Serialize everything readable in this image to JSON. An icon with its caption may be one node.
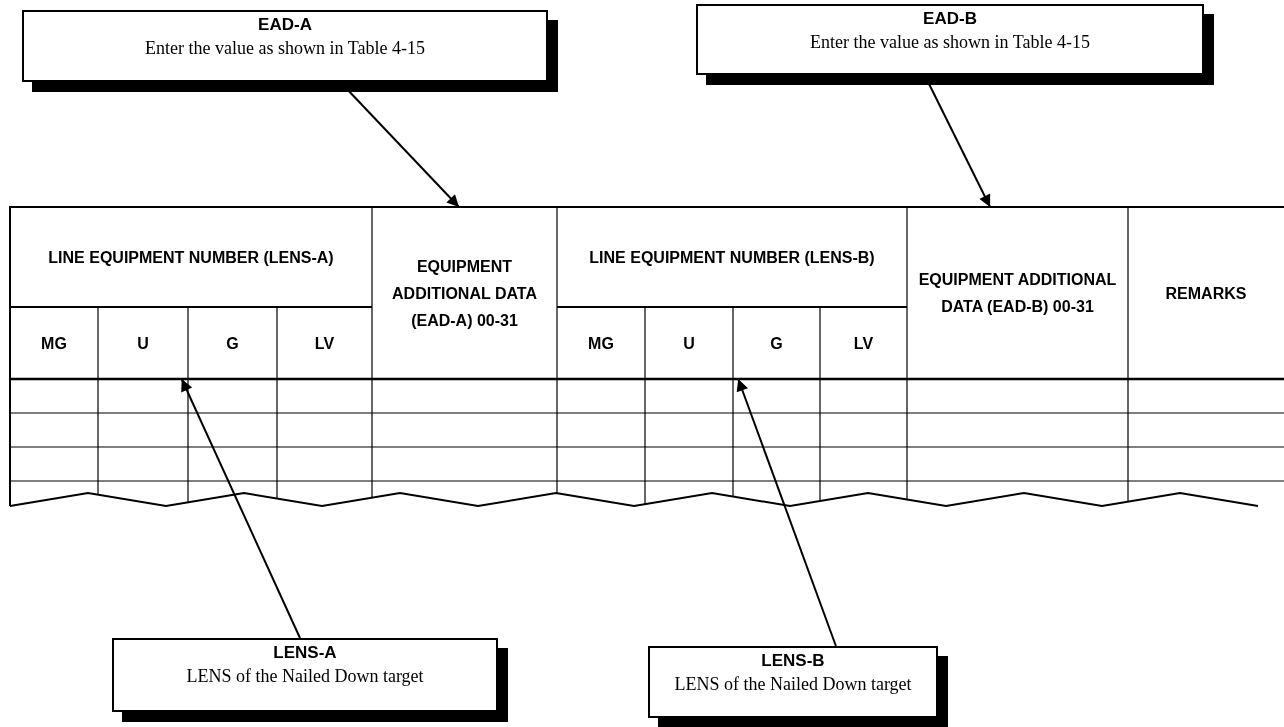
{
  "diagram": {
    "nodes": [
      {
        "text": [
          "EAD-A",
          "Enter the value as shown in Table 4-15"
        ]
      },
      {
        "text": [
          "EAD-B",
          "Enter the value as shown in Table 4-15"
        ]
      },
      {
        "text": [
          "LINE EQUIPMENT NUMBER (LENS-A)"
        ]
      },
      {
        "text": [
          "EQUIPMENT ADDITIONAL DATA (EAD-A) 00-31"
        ]
      },
      {
        "text": [
          "LINE EQUIPMENT NUMBER (LENS-B)"
        ]
      },
      {
        "text": [
          "EQUIPMENT ADDITIONAL DATA (EAD-B) 00-31"
        ]
      },
      {
        "text": [
          "REMARKS"
        ]
      },
      {
        "text": [
          "MG"
        ]
      },
      {
        "text": [
          "U"
        ]
      },
      {
        "text": [
          "G"
        ]
      },
      {
        "text": [
          "LV"
        ]
      },
      {
        "text": [
          "MG"
        ]
      },
      {
        "text": [
          "U"
        ]
      },
      {
        "text": [
          "G"
        ]
      },
      {
        "text": [
          "LV"
        ]
      },
      {
        "text": [
          "LENS-A",
          "LENS of the Nailed Down target"
        ]
      },
      {
        "text": [
          "LENS-B",
          "LENS of the Nailed Down target"
        ]
      }
    ],
    "edges": [
      {
        "from": 0,
        "to": 3,
        "arrow": "to"
      },
      {
        "from": 1,
        "to": 5,
        "arrow": "to"
      },
      {
        "from": 15,
        "to": 8,
        "arrow": "to"
      },
      {
        "from": 16,
        "to": 13,
        "arrow": "to"
      }
    ]
  }
}
